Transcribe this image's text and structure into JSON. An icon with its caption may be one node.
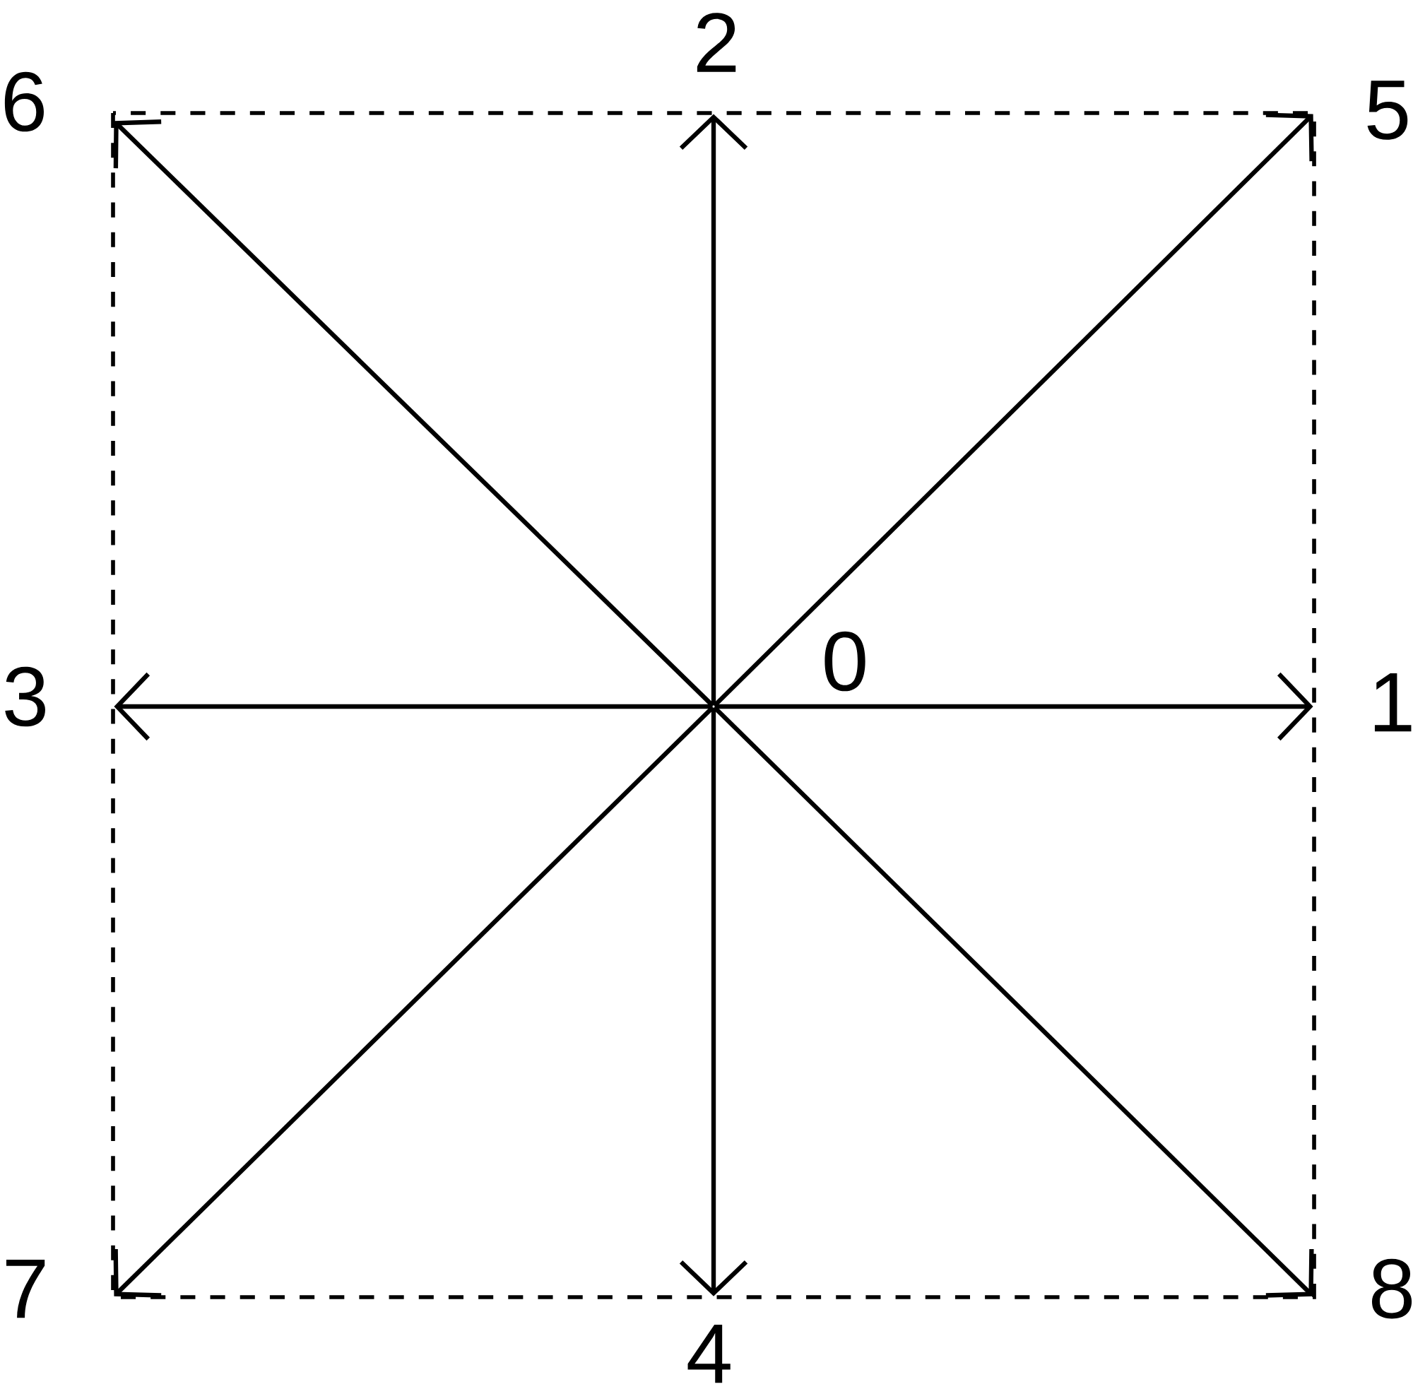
{
  "diagram": {
    "nodes": [
      {
        "text": [
          "0"
        ]
      },
      {
        "text": [
          "1"
        ]
      },
      {
        "text": [
          "2"
        ]
      },
      {
        "text": [
          "3"
        ]
      },
      {
        "text": [
          "4"
        ]
      },
      {
        "text": [
          "5"
        ]
      },
      {
        "text": [
          "6"
        ]
      },
      {
        "text": [
          "7"
        ]
      },
      {
        "text": [
          "8"
        ]
      }
    ],
    "edges": [
      {
        "from": 0,
        "to": 1,
        "arrow": "to"
      },
      {
        "from": 0,
        "to": 2,
        "arrow": "to"
      },
      {
        "from": 0,
        "to": 3,
        "arrow": "to"
      },
      {
        "from": 0,
        "to": 4,
        "arrow": "to"
      },
      {
        "from": 0,
        "to": 5,
        "arrow": "to"
      },
      {
        "from": 0,
        "to": 6,
        "arrow": "to"
      },
      {
        "from": 0,
        "to": 7,
        "arrow": "to"
      },
      {
        "from": 0,
        "to": 8,
        "arrow": "to"
      }
    ]
  }
}
